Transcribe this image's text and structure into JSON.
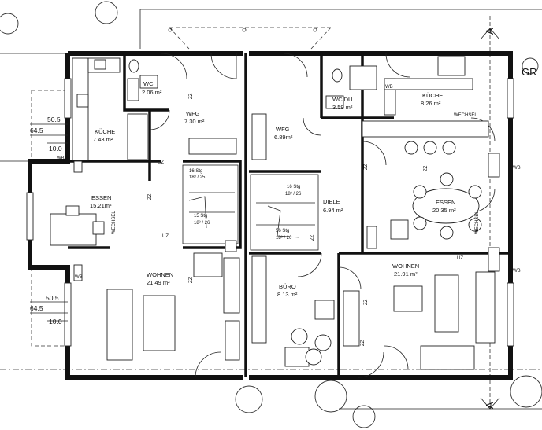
{
  "rooms": {
    "wc_left": {
      "name": "WC",
      "area": "2.06 m²"
    },
    "kueche_left": {
      "name": "KÜCHE",
      "area": "7.43 m²"
    },
    "wfg_left": {
      "name": "WFG",
      "area": "7.30 m²"
    },
    "essen_left": {
      "name": "ESSEN",
      "area": "15.21m²",
      "extra": "WECHSEL"
    },
    "wohnen_left": {
      "name": "WOHNEN",
      "area": "21.49 m²"
    },
    "wfg_right": {
      "name": "WFG",
      "area": "6.89m²"
    },
    "wcdu": {
      "name": "WC/DU",
      "area": "3.59 m²"
    },
    "diele": {
      "name": "DIELE",
      "area": "6.94 m²"
    },
    "buero": {
      "name": "BÜRO",
      "area": "8.13 m²"
    },
    "kueche_right": {
      "name": "KÜCHE",
      "area": "8.26 m²",
      "extra": "WECHSEL"
    },
    "essen_right": {
      "name": "ESSEN",
      "area": "20.35 m²",
      "extra": "WECHSEL"
    },
    "wohnen_right": {
      "name": "WOHNEN",
      "area": "21.91 m²"
    }
  },
  "stairs": {
    "left_upper": {
      "steps": "16 Stg",
      "ratio": "18³ / 25"
    },
    "left_lower": {
      "steps": "15 Stg",
      "ratio": "18³ / 26"
    },
    "right_upper": {
      "steps": "16 Stg",
      "ratio": "18³ / 26"
    },
    "right_lower": {
      "steps": "56 Stg",
      "ratio": "18³ / 26"
    }
  },
  "markers": {
    "wb": "WB",
    "uz": "UZ",
    "zz": "ZZ",
    "section": "A",
    "corner_text": "GR"
  },
  "dimensions": {
    "top_a": "50.5",
    "top_b": "64.5",
    "top_c": "10.0",
    "bottom_a": "50.5",
    "bottom_b": "64.5",
    "bottom_c": "10.0"
  }
}
